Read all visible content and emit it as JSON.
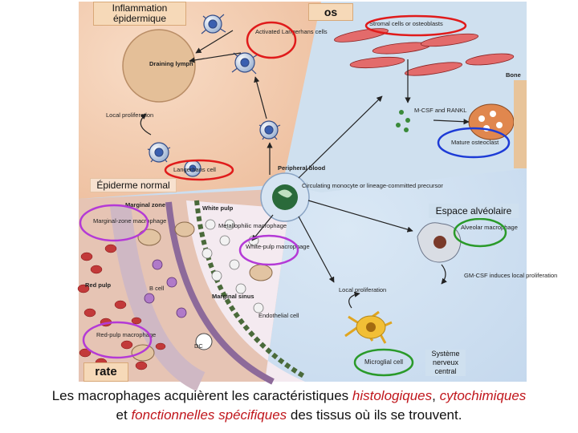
{
  "overlay": {
    "inflammation": "Inflammation épidermique",
    "os": "os",
    "epiderme": "Épiderme normal",
    "espace": "Espace alvéolaire",
    "rate": "rate",
    "systeme": "Système nerveux central"
  },
  "figure": {
    "draining_lymph": "Draining lymph",
    "activated_lc": "Activated Langerhans cells",
    "local_prolif_1": "Local proliferation",
    "langerhans_cell": "Langerhans cell",
    "stromal": "Stromal cells or osteoblasts",
    "bone": "Bone",
    "mcsf": "M-CSF and RANKL",
    "mature_osteoclast": "Mature osteoclast",
    "peripheral_blood": "Peripheral blood",
    "circulating": "Circulating monocyte or lineage-committed precursor",
    "marginal_zone": "Marginal zone",
    "white_pulp": "White pulp",
    "mz_macrophage": "Marginal-zone macrophage",
    "metallophilic": "Metallophilic macrophage",
    "wp_macrophage": "White-pulp macrophage",
    "red_pulp": "Red pulp",
    "b_cell": "B cell",
    "marginal_sinus": "Marginal sinus",
    "endothelial": "Endothelial cell",
    "rp_macrophage": "Red-pulp macrophage",
    "dc": "DC",
    "alveolar": "Alveolar macrophage",
    "gmcsf": "GM-CSF induces local proliferation",
    "local_prolif_2": "Local proliferation",
    "microglial": "Microglial cell"
  },
  "caption": {
    "p1": "Les macrophages acquièrent les caractéristiques ",
    "histo": "histologiques",
    "comma": ", ",
    "cyto": "cytochimiques",
    "br_et": "et ",
    "fonc": "fonctionnelles spécifiques",
    "p2": " des tissus où ils se trouvent."
  },
  "colors": {
    "peach": "#f4cfb2",
    "blue_panel": "#c9dcef",
    "red": "#e01b1b",
    "blue": "#1d3bd6",
    "green": "#2a9a2a",
    "magenta": "#b43ad6",
    "text_red": "#c0161c"
  }
}
